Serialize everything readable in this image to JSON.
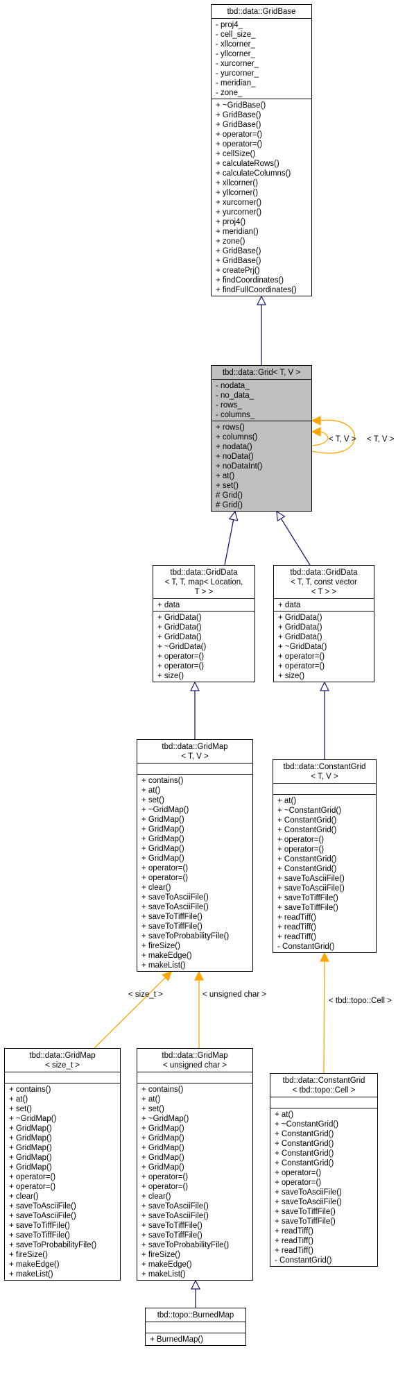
{
  "classes": {
    "gridbase": {
      "title": [
        "tbd::data::GridBase"
      ],
      "attributes": [
        "- proj4_",
        "- cell_size_",
        "- xllcorner_",
        "- yllcorner_",
        "- xurcorner_",
        "- yurcorner_",
        "- meridian_",
        "- zone_"
      ],
      "methods": [
        "+ ~GridBase()",
        "+ GridBase()",
        "+ GridBase()",
        "+ operator=()",
        "+ operator=()",
        "+ cellSize()",
        "+ calculateRows()",
        "+ calculateColumns()",
        "+ xllcorner()",
        "+ yllcorner()",
        "+ xurcorner()",
        "+ yurcorner()",
        "+ proj4()",
        "+ meridian()",
        "+ zone()",
        "+ GridBase()",
        "+ GridBase()",
        "+ createPrj()",
        "+ findCoordinates()",
        "+ findFullCoordinates()"
      ]
    },
    "grid": {
      "title": [
        "tbd::data::Grid< T, V >"
      ],
      "attributes": [
        "- nodata_",
        "- no_data_",
        "- rows_",
        "- columns_"
      ],
      "methods": [
        "+ rows()",
        "+ columns()",
        "+ nodata()",
        "+ noData()",
        "+ noDataInt()",
        "+ at()",
        "+ set()",
        "# Grid()",
        "# Grid()"
      ]
    },
    "griddata_map": {
      "title": [
        "tbd::data::GridData",
        "< T, T, map< Location,",
        "T > >"
      ],
      "attributes": [
        "+ data"
      ],
      "methods": [
        "+ GridData()",
        "+ GridData()",
        "+ GridData()",
        "+ ~GridData()",
        "+ operator=()",
        "+ operator=()",
        "+ size()"
      ]
    },
    "griddata_vec": {
      "title": [
        "tbd::data::GridData",
        "< T, T, const vector",
        "< T > >"
      ],
      "attributes": [
        "+ data"
      ],
      "methods": [
        "+ GridData()",
        "+ GridData()",
        "+ GridData()",
        "+ ~GridData()",
        "+ operator=()",
        "+ operator=()",
        "+ size()"
      ]
    },
    "gridmap": {
      "title": [
        "tbd::data::GridMap",
        "< T, V >"
      ],
      "attributes": [],
      "methods": [
        "+ contains()",
        "+ at()",
        "+ set()",
        "+ ~GridMap()",
        "+ GridMap()",
        "+ GridMap()",
        "+ GridMap()",
        "+ GridMap()",
        "+ GridMap()",
        "+ operator=()",
        "+ operator=()",
        "+ clear()",
        "+ saveToAsciiFile()",
        "+ saveToAsciiFile()",
        "+ saveToTiffFile()",
        "+ saveToTiffFile()",
        "+ saveToProbabilityFile()",
        "+ fireSize()",
        "+ makeEdge()",
        "+ makeList()"
      ]
    },
    "constantgrid": {
      "title": [
        "tbd::data::ConstantGrid",
        "< T, V >"
      ],
      "attributes": [],
      "methods": [
        "+ at()",
        "+ ~ConstantGrid()",
        "+ ConstantGrid()",
        "+ ConstantGrid()",
        "+ operator=()",
        "+ operator=()",
        "+ ConstantGrid()",
        "+ ConstantGrid()",
        "+ saveToAsciiFile()",
        "+ saveToAsciiFile()",
        "+ saveToTiffFile()",
        "+ saveToTiffFile()",
        "+ readTiff()",
        "+ readTiff()",
        "+ readTiff()",
        "- ConstantGrid()"
      ]
    },
    "gridmap_size": {
      "title": [
        "tbd::data::GridMap",
        "< size_t >"
      ],
      "attributes": [],
      "methods": [
        "+ contains()",
        "+ at()",
        "+ set()",
        "+ ~GridMap()",
        "+ GridMap()",
        "+ GridMap()",
        "+ GridMap()",
        "+ GridMap()",
        "+ GridMap()",
        "+ operator=()",
        "+ operator=()",
        "+ clear()",
        "+ saveToAsciiFile()",
        "+ saveToAsciiFile()",
        "+ saveToTiffFile()",
        "+ saveToTiffFile()",
        "+ saveToProbabilityFile()",
        "+ fireSize()",
        "+ makeEdge()",
        "+ makeList()"
      ]
    },
    "gridmap_uchar": {
      "title": [
        "tbd::data::GridMap",
        "< unsigned char >"
      ],
      "attributes": [],
      "methods": [
        "+ contains()",
        "+ at()",
        "+ set()",
        "+ ~GridMap()",
        "+ GridMap()",
        "+ GridMap()",
        "+ GridMap()",
        "+ GridMap()",
        "+ GridMap()",
        "+ operator=()",
        "+ operator=()",
        "+ clear()",
        "+ saveToAsciiFile()",
        "+ saveToAsciiFile()",
        "+ saveToTiffFile()",
        "+ saveToTiffFile()",
        "+ saveToProbabilityFile()",
        "+ fireSize()",
        "+ makeEdge()",
        "+ makeList()"
      ]
    },
    "constantgrid_cell": {
      "title": [
        "tbd::data::ConstantGrid",
        "< tbd::topo::Cell >"
      ],
      "attributes": [],
      "methods": [
        "+ at()",
        "+ ~ConstantGrid()",
        "+ ConstantGrid()",
        "+ ConstantGrid()",
        "+ ConstantGrid()",
        "+ ConstantGrid()",
        "+ operator=()",
        "+ operator=()",
        "+ saveToAsciiFile()",
        "+ saveToAsciiFile()",
        "+ saveToTiffFile()",
        "+ saveToTiffFile()",
        "+ readTiff()",
        "+ readTiff()",
        "+ readTiff()",
        "- ConstantGrid()"
      ]
    },
    "burnedmap": {
      "title": [
        "tbd::topo::BurnedMap"
      ],
      "attributes": [],
      "methods": [
        "+ BurnedMap()"
      ]
    }
  },
  "edge_labels": {
    "self_inner": "< T, V >",
    "self_outer": "< T, V >",
    "size_t": "< size_t >",
    "uchar": "< unsigned char >",
    "cell": "< tbd::topo::Cell >"
  },
  "colors": {
    "inheritance": "#191970",
    "template": "#ffa500",
    "highlight": "#bfbfbf"
  }
}
